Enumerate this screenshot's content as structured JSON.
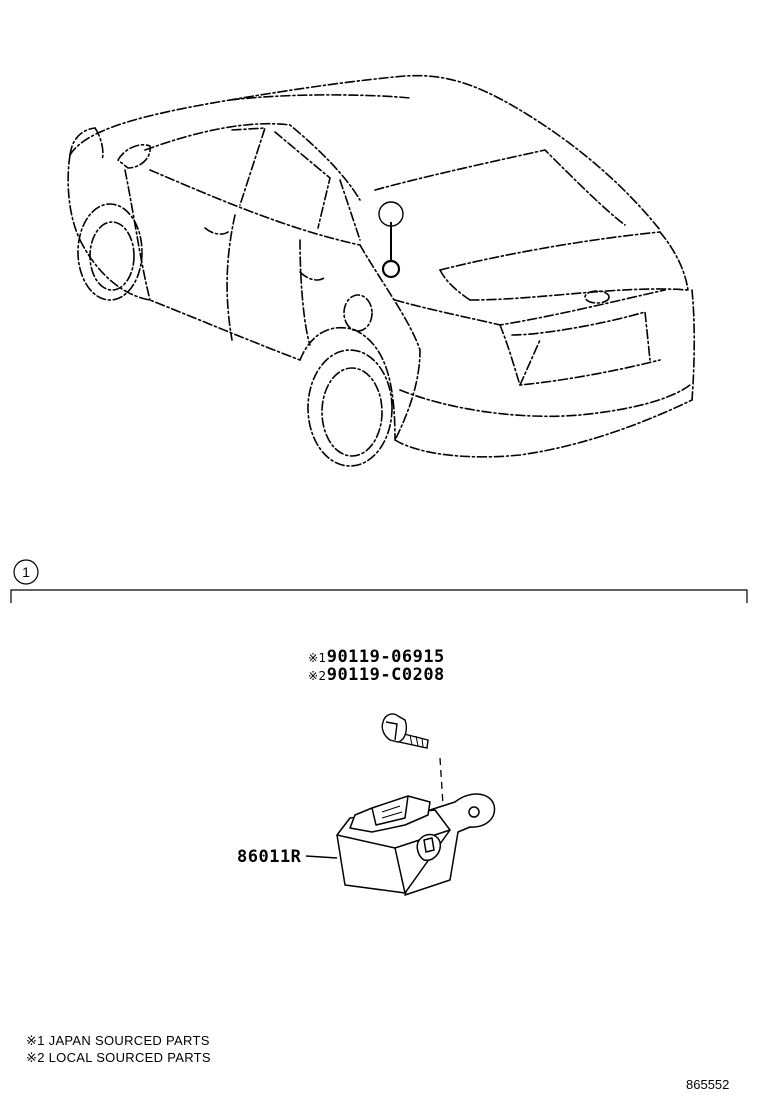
{
  "callout": {
    "number": "1"
  },
  "bolt": {
    "part1_mark": "※1",
    "part1_number": "90119-06915",
    "part2_mark": "※2",
    "part2_number": "90119-C0208"
  },
  "module": {
    "part_number": "86011R"
  },
  "notes": [
    {
      "mark": "※1",
      "text": "JAPAN SOURCED PARTS"
    },
    {
      "mark": "※2",
      "text": "LOCAL SOURCED PARTS"
    }
  ],
  "figure_id": "865552"
}
